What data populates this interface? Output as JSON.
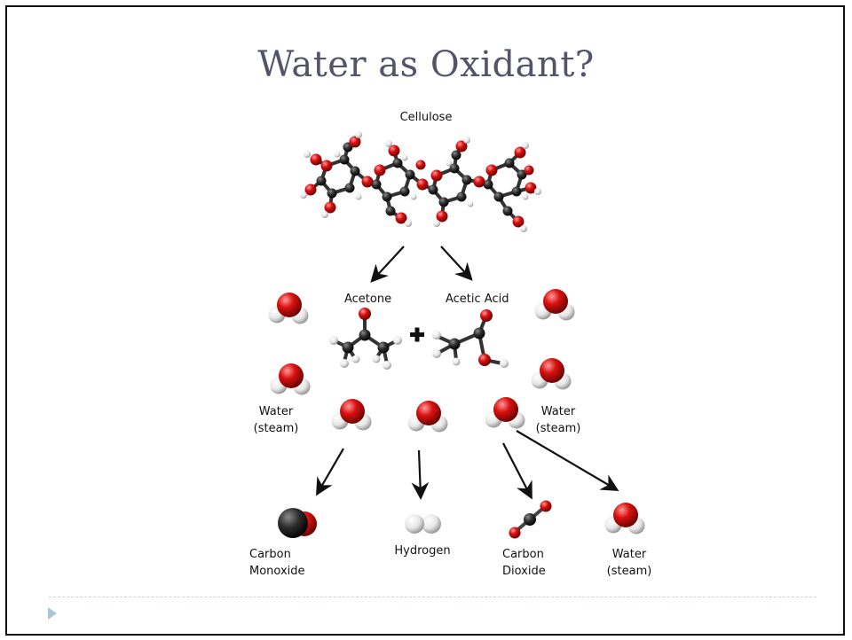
{
  "slide": {
    "title": "Water as Oxidant?"
  },
  "labels": {
    "cellulose": "Cellulose",
    "acetone": "Acetone",
    "plus": "+",
    "acetic_acid": "Acetic Acid",
    "water_left_1": "Water",
    "water_left_2": "(steam)",
    "water_right_1": "Water",
    "water_right_2": "(steam)",
    "carbon_monoxide_1": "Carbon",
    "carbon_monoxide_2": "Monoxide",
    "hydrogen": "Hydrogen",
    "carbon_dioxide_1": "Carbon",
    "carbon_dioxide_2": "Dioxide",
    "water_product_1": "Water",
    "water_product_2": "(steam)"
  },
  "colors": {
    "oxygen": "#d20f0f",
    "hydrogen": "#f2f2f2",
    "carbon": "#2b2b2b",
    "title": "#525468",
    "footer_accent": "#a9c4d6"
  }
}
